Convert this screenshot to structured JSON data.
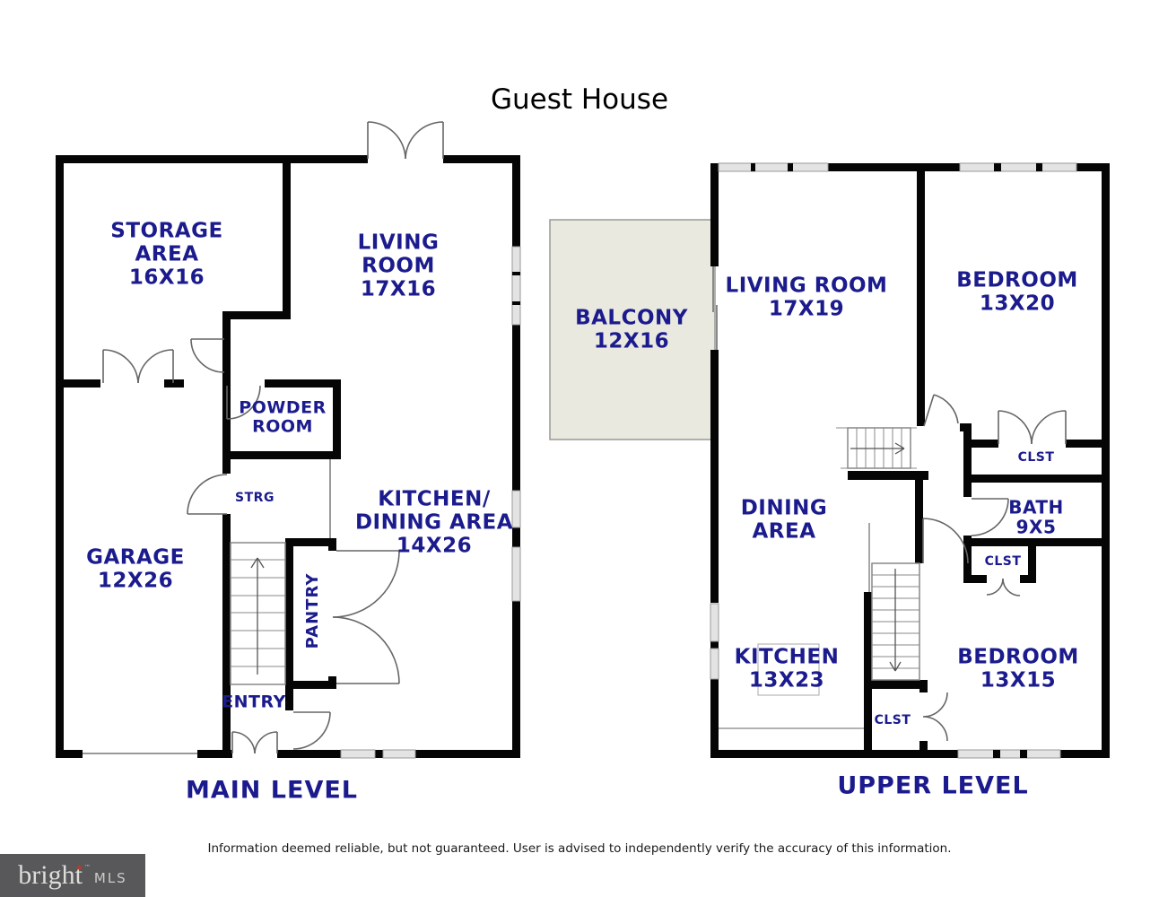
{
  "title": "Guest House",
  "main_level": {
    "caption": "MAIN LEVEL",
    "rooms": {
      "storage": "STORAGE\nAREA\n16X16",
      "living": "LIVING\nROOM\n17X16",
      "powder": "POWDER\nROOM",
      "strg": "STRG",
      "garage": "GARAGE\n12X26",
      "pantry": "PANTRY",
      "kitchen": "KITCHEN/\nDINING AREA\n14X26",
      "entry": "ENTRY"
    }
  },
  "upper_level": {
    "caption": "UPPER LEVEL",
    "rooms": {
      "balcony": "BALCONY\n12X16",
      "living": "LIVING ROOM\n17X19",
      "bedroom1": "BEDROOM\n13X20",
      "clst1": "CLST",
      "bath": "BATH\n9X5",
      "clst2": "CLST",
      "dining": "DINING\nAREA",
      "kitchen": "KITCHEN\n13X23",
      "bedroom2": "BEDROOM\n13X15",
      "clst3": "CLST"
    }
  },
  "footer": {
    "disclaimer": "Information deemed reliable, but not guaranteed.  User is advised to independently verify the accuracy of this information.",
    "logo": {
      "brand": "bright",
      "star": "✦",
      "tm": "™",
      "suffix": "MLS"
    }
  },
  "colors": {
    "label": "#1b1b8e",
    "wall": "#050505",
    "balcony_fill": "#e9e9df"
  }
}
